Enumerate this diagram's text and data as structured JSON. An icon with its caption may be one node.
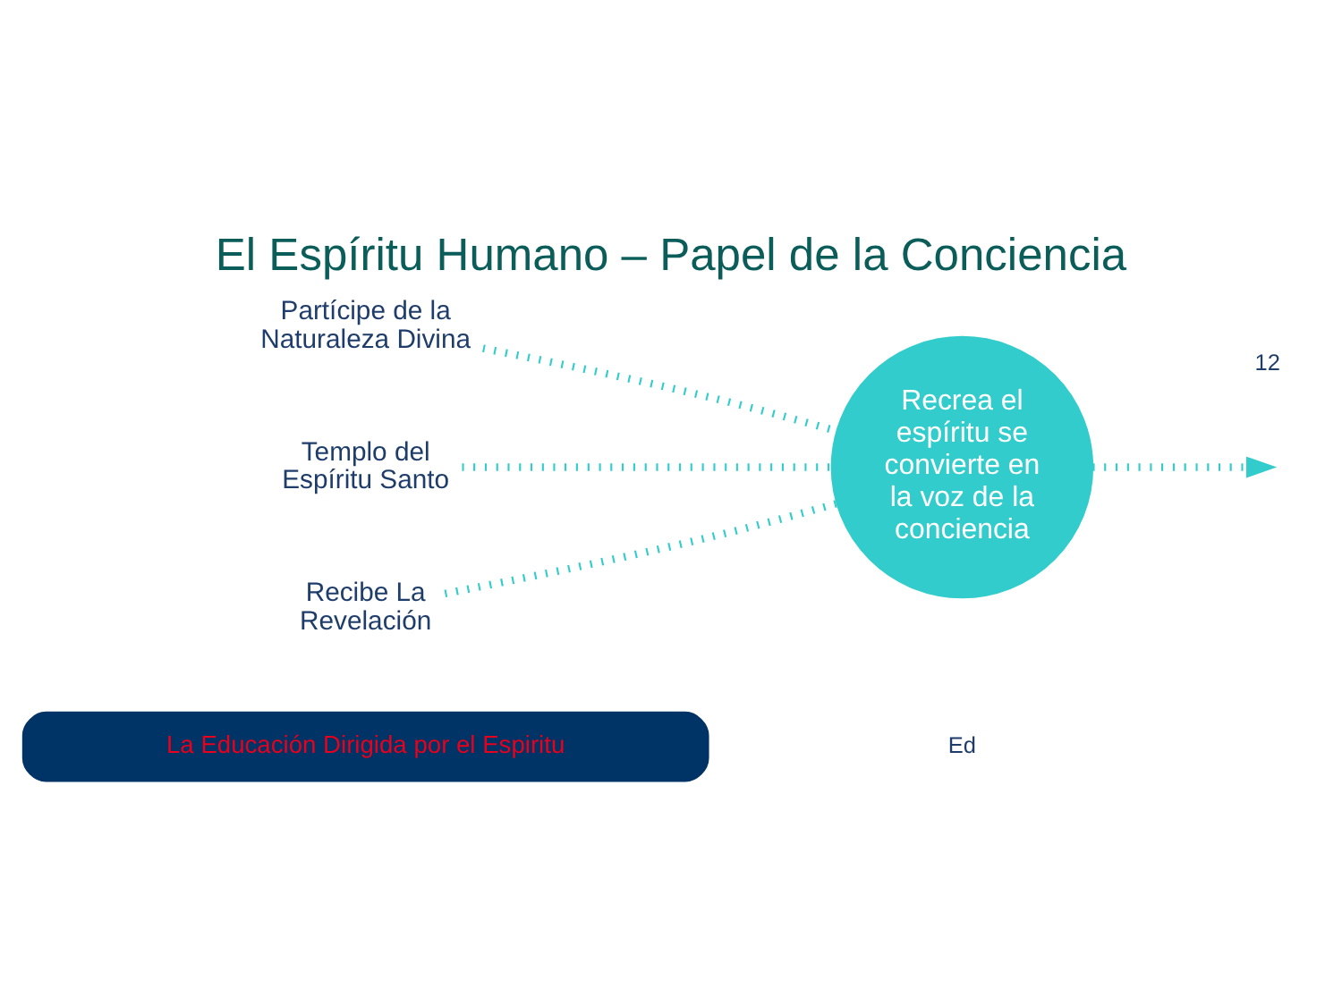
{
  "diagram": {
    "title": "El Espíritu Humano – Papel de la Conciencia",
    "nodes": [
      {
        "text": [
          "La Educación Dirigida por el Espiritu"
        ]
      },
      {
        "text": [
          "Partícipe de la Naturaleza Divina"
        ]
      },
      {
        "text": [
          "Templo del Espíritu Santo"
        ]
      },
      {
        "text": [
          "Recibe La Revelación"
        ]
      },
      {
        "text": [
          "Recrea el espíritu se convierte en la voz de la conciencia"
        ]
      }
    ],
    "edges": [
      {
        "from": 1,
        "to": 4,
        "arrow": "none"
      },
      {
        "from": 2,
        "to": 4,
        "arrow": "none"
      },
      {
        "from": 3,
        "to": 4,
        "arrow": "none"
      },
      {
        "from": 4,
        "to": null,
        "arrow": "to"
      }
    ],
    "labels": [
      "Ed",
      "12"
    ]
  }
}
